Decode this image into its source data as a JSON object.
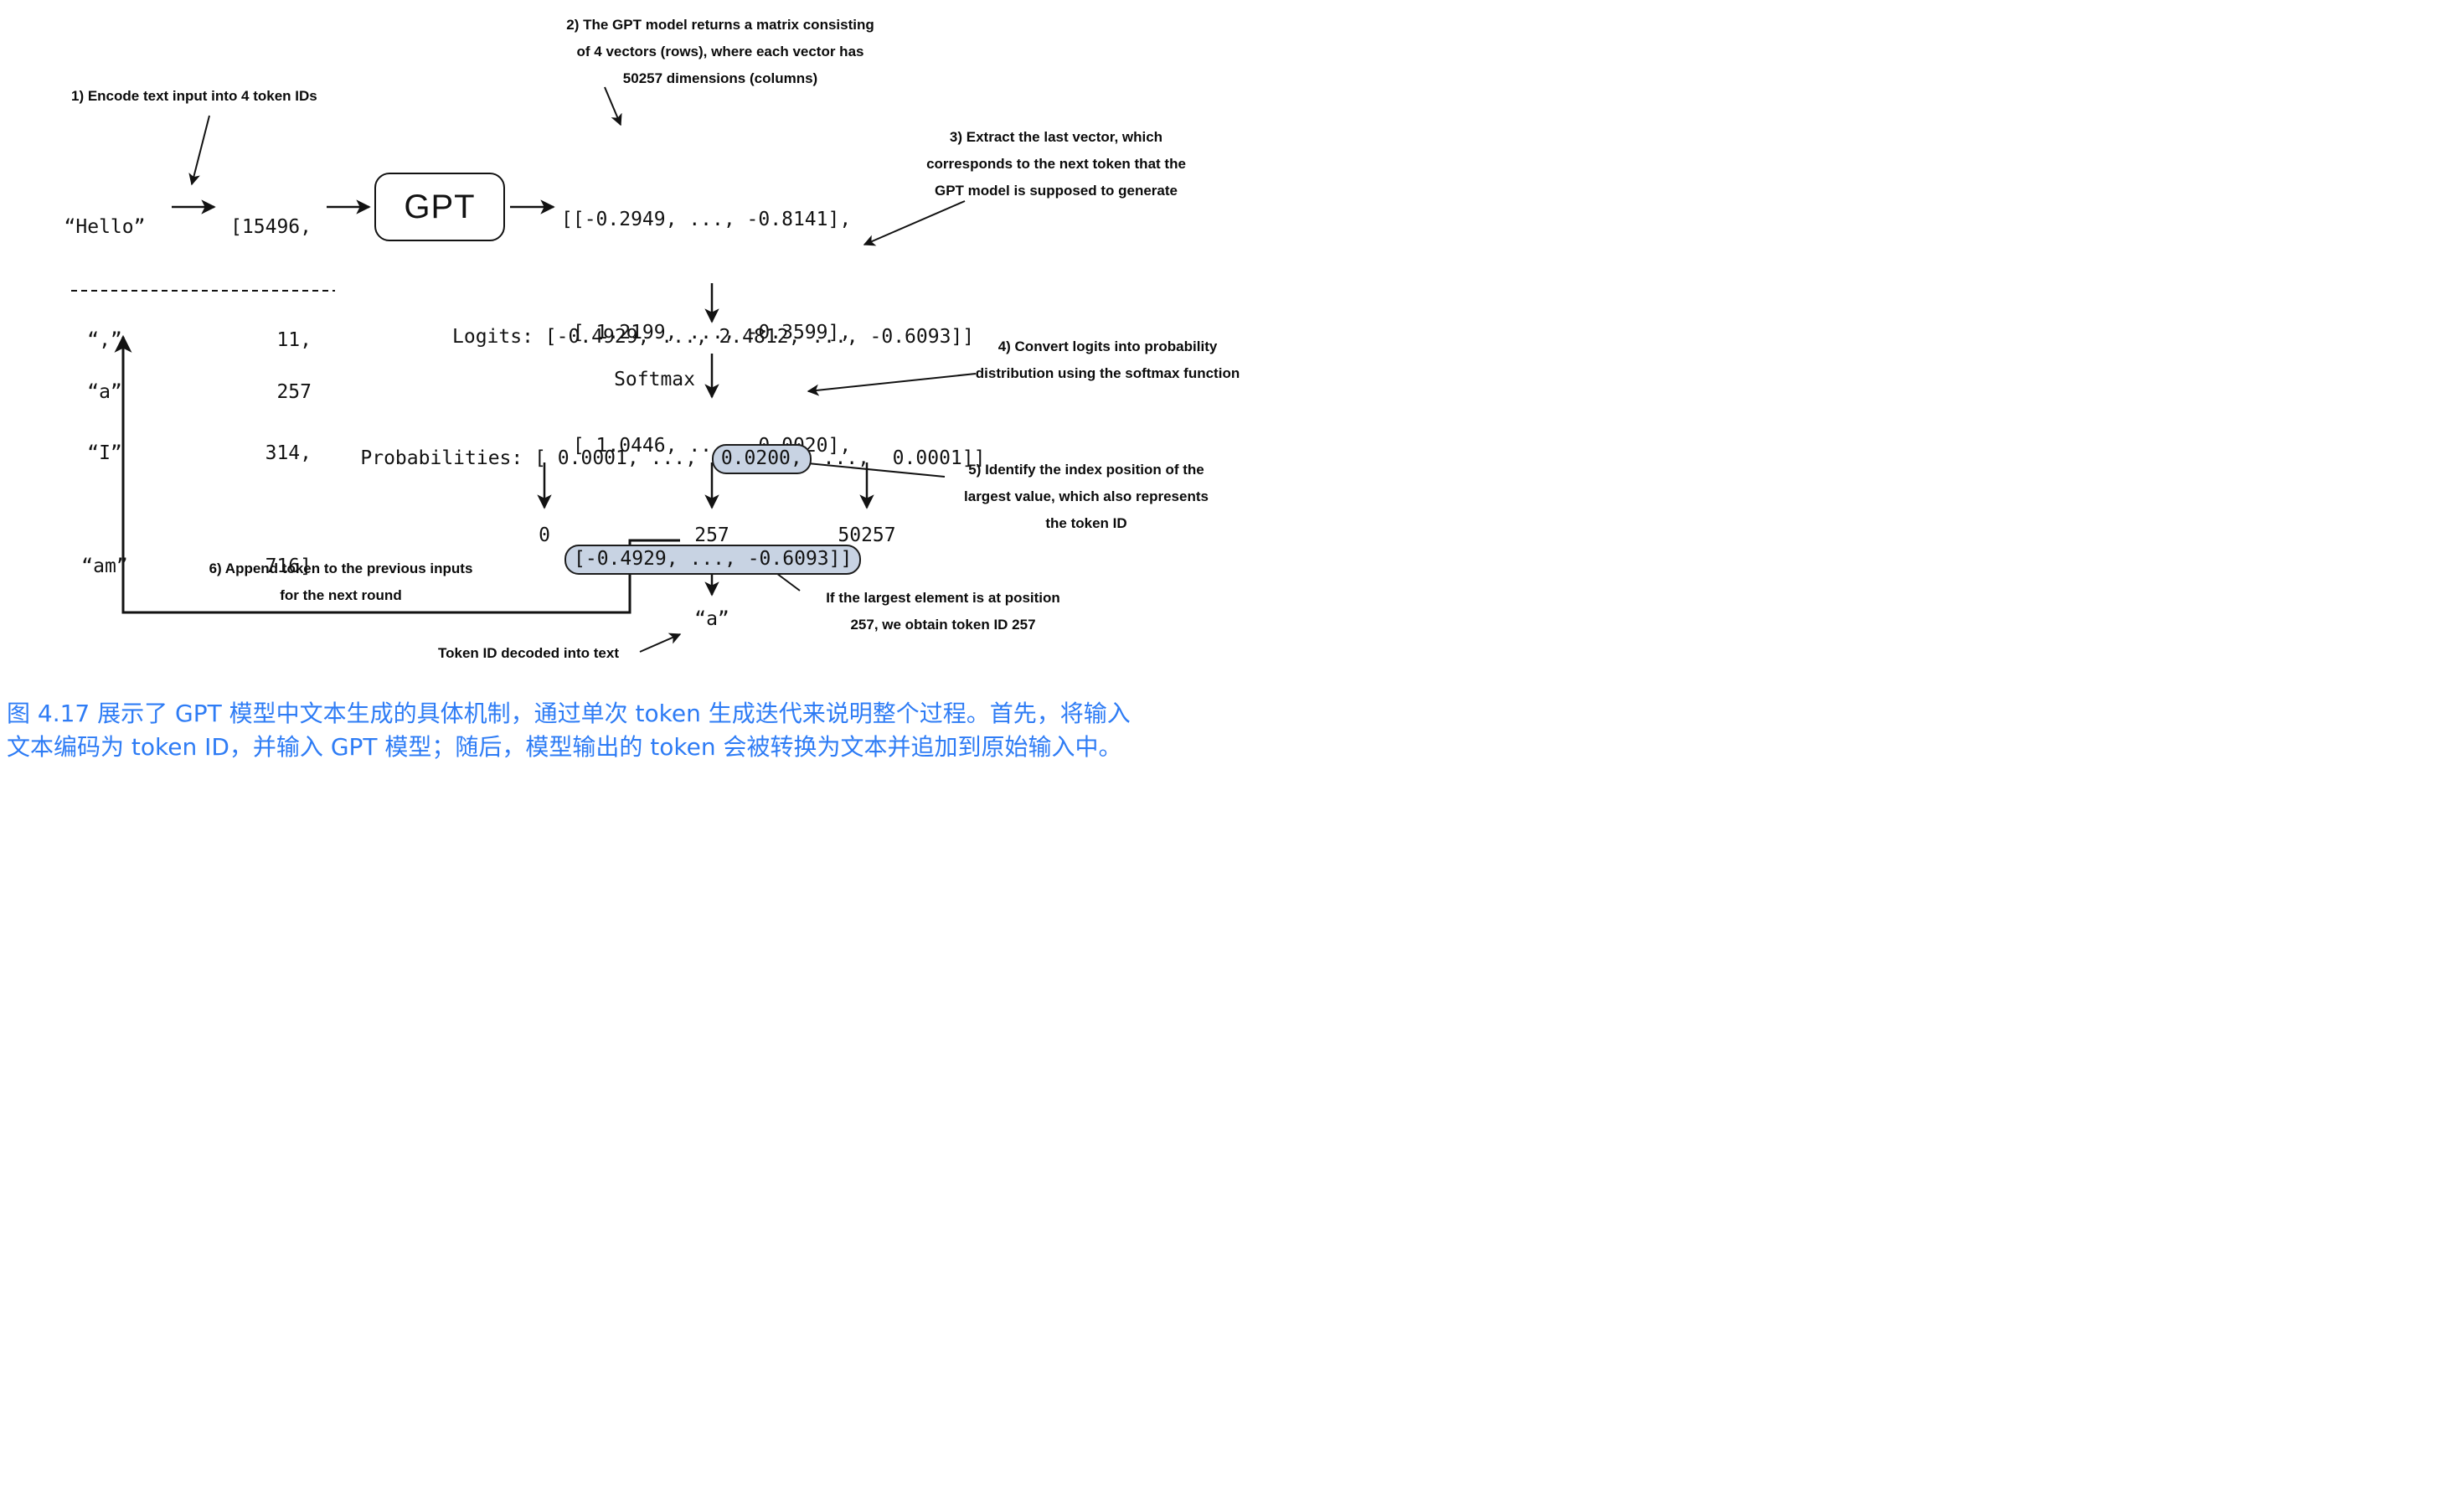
{
  "figure": {
    "gpt_label": "GPT",
    "tokens": [
      "“Hello”",
      "“,”",
      "“I”",
      "“am”"
    ],
    "token_ids": [
      "[15496,",
      "11,",
      "314,",
      "716]"
    ],
    "next_token": "“a”",
    "next_token_id": "257",
    "matrix_rows": [
      "[[-0.2949, ..., -0.8141],",
      " [ 1.2199, ..., -0.3599],",
      " [ 1.0446, ...,  0.0020],"
    ],
    "matrix_last_row": "[-0.4929, ..., -0.6093]]",
    "logits_line": "Logits: [-0.4929, ..., 2.4812, ..., -0.6093]]",
    "softmax_label": "Softmax",
    "prob_prefix": "Probabilities: [ 0.0001, ..., ",
    "prob_highlight": "0.0200,",
    "prob_suffix": " ...,  0.0001]]",
    "index_min": "0",
    "index_argmax": "257",
    "index_max": "50257",
    "decoded_token": "“a”"
  },
  "annotations": {
    "step1": [
      "1) Encode text input into 4 token IDs"
    ],
    "step2": [
      "2) The GPT model returns a matrix consisting",
      "of 4 vectors (rows), where each vector has",
      "50257 dimensions (columns)"
    ],
    "step3": [
      "3) Extract the last vector, which",
      "corresponds to the next token that the",
      "GPT model is supposed to generate"
    ],
    "step4": [
      "4) Convert logits into probability",
      "distribution using the softmax function"
    ],
    "step5": [
      "5) Identify the index position of the",
      "largest value, which also represents",
      "the token ID"
    ],
    "step6": [
      "6) Append token to the previous inputs",
      "for the next round"
    ],
    "decoded_note": [
      "Token ID decoded into text"
    ],
    "argmax_note": [
      "If the largest element is at position",
      "257, we obtain token ID 257"
    ]
  },
  "caption": {
    "line1": "图 4.17 展示了 GPT 模型中文本生成的具体机制，通过单次 token 生成迭代来说明整个过程。首先，将输入",
    "line2": "文本编码为 token ID，并输入 GPT 模型；随后，模型输出的 token 会被转换为文本并追加到原始输入中。"
  },
  "colors": {
    "highlight_fill": "#c8d3e3",
    "highlight_border": "#1c1c1c",
    "caption_text": "#2e7cf5",
    "ink": "#121212"
  }
}
